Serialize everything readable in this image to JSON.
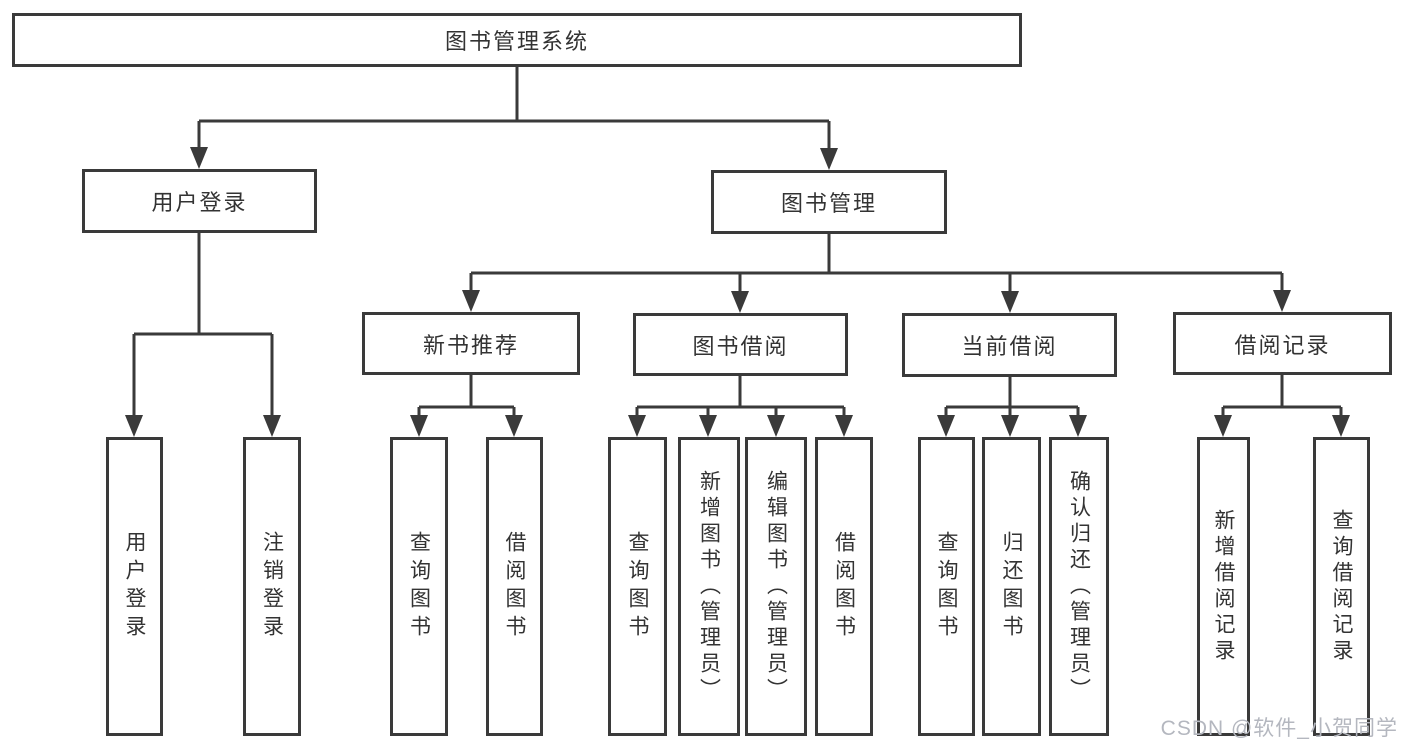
{
  "diagram": {
    "root": {
      "label": "图书管理系统"
    },
    "level2": [
      {
        "id": "user-login",
        "label": "用户登录"
      },
      {
        "id": "book-management",
        "label": "图书管理"
      }
    ],
    "level3": [
      {
        "id": "new-book-recommend",
        "label": "新书推荐",
        "parent": "book-management"
      },
      {
        "id": "book-borrow",
        "label": "图书借阅",
        "parent": "book-management"
      },
      {
        "id": "current-borrow",
        "label": "当前借阅",
        "parent": "book-management"
      },
      {
        "id": "borrow-record",
        "label": "借阅记录",
        "parent": "book-management"
      }
    ],
    "leaves": {
      "user_login": [
        {
          "label": "用户登录"
        },
        {
          "label": "注销登录"
        }
      ],
      "new_book_recommend": [
        {
          "label": "查询图书"
        },
        {
          "label": "借阅图书"
        }
      ],
      "book_borrow": [
        {
          "label": "查询图书"
        },
        {
          "label": "新增图书（管理员）"
        },
        {
          "label": "编辑图书（管理员）"
        },
        {
          "label": "借阅图书"
        }
      ],
      "current_borrow": [
        {
          "label": "查询图书"
        },
        {
          "label": "归还图书"
        },
        {
          "label": "确认归还（管理员）"
        }
      ],
      "borrow_record": [
        {
          "label": "新增借阅记录"
        },
        {
          "label": "查询借阅记录"
        }
      ]
    },
    "colors": {
      "line": "#3a3a3a",
      "box_border": "#3a3a3a",
      "text": "#333333",
      "background": "#ffffff"
    }
  },
  "watermark": {
    "text": "CSDN @软件_小贺同学",
    "color": "#b4b7bf"
  }
}
